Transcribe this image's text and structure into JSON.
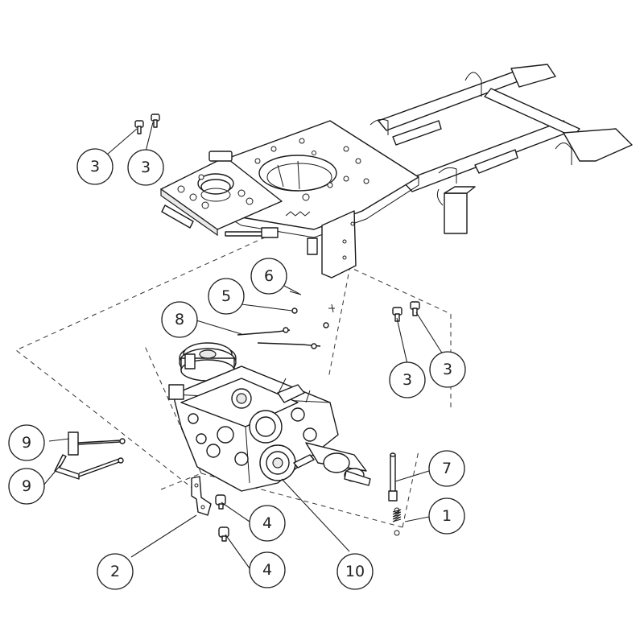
{
  "callouts": {
    "c1": "1",
    "c2": "2",
    "c3a": "3",
    "c3b": "3",
    "c3c": "3",
    "c3d": "3",
    "c4a": "4",
    "c4b": "4",
    "c5": "5",
    "c6": "6",
    "c7": "7",
    "c8": "8",
    "c9a": "9",
    "c9b": "9",
    "c10": "10"
  }
}
